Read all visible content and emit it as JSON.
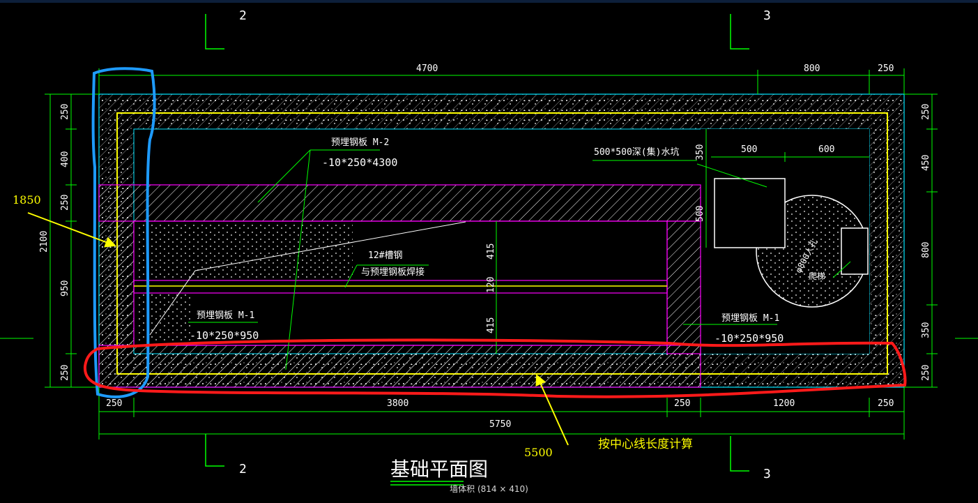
{
  "drawing": {
    "title": "基础平面图",
    "section_marks": {
      "left_top": "2",
      "right_top": "3",
      "left_bottom": "2",
      "right_bottom": "3"
    },
    "top_dims": {
      "main": "4700",
      "middle": "800",
      "right": "250"
    },
    "bottom_dims": {
      "left": "250",
      "middle": "3800",
      "col": "250",
      "right_mid": "1200",
      "right": "250",
      "total": "5750"
    },
    "left_dims": {
      "d1": "250",
      "d2": "400",
      "d3": "250",
      "d4": "950",
      "d5": "250",
      "total": "2100"
    },
    "right_dims": {
      "d1": "250",
      "d2": "450",
      "d3": "800",
      "d4": "350",
      "d5": "250"
    },
    "inner_dims": {
      "w500": "500",
      "w600": "600",
      "h350": "350",
      "h500": "500",
      "d415a": "415",
      "d120": "120",
      "d415b": "415"
    },
    "labels": {
      "m2_name": "预埋钢板 M-2",
      "m2_spec": "-10*250*4300",
      "m1_left_name": "预埋钢板 M-1",
      "m1_left_spec": "-10*250*950",
      "m1_right_name": "预埋钢板 M-1",
      "m1_right_spec": "-10*250*950",
      "rebar_line1": "12#槽钢",
      "rebar_line2": "与预埋钢板焊接",
      "pit_label": "500*500深(集)水坑",
      "manhole_label": "φ800人孔",
      "ladder_label": "爬梯"
    }
  },
  "annotations": {
    "left_value": "1850",
    "bottom_value": "5500",
    "note": "按中心线长度计算"
  },
  "status": {
    "caption": "墙体积 (814 × 410)"
  }
}
